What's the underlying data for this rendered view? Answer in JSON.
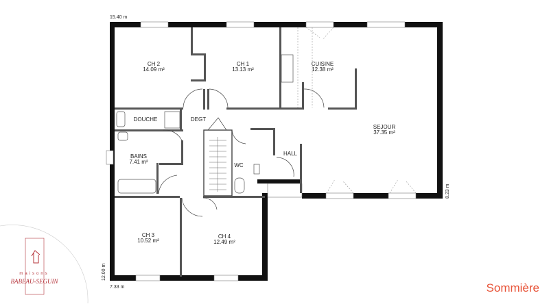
{
  "plan": {
    "dimensions": {
      "width_top": "15.40 m",
      "height_right": "8.23 m",
      "height_left": "12.00 m",
      "width_bottom": "7.33 m"
    },
    "rooms": [
      {
        "name": "CH 2",
        "area": "14.09 m²"
      },
      {
        "name": "CH 1",
        "area": "13.13 m²"
      },
      {
        "name": "CUISINE",
        "area": "12.38 m²"
      },
      {
        "name": "SEJOUR",
        "area": "37.35 m²"
      },
      {
        "name": "DOUCHE"
      },
      {
        "name": "DEGT"
      },
      {
        "name": "BAINS",
        "area": "7.41 m²"
      },
      {
        "name": "WC"
      },
      {
        "name": "HALL"
      },
      {
        "name": "CH 3",
        "area": "10.52 m²"
      },
      {
        "name": "CH 4",
        "area": "12.49 m²"
      }
    ]
  },
  "logo": {
    "line1": "maisons",
    "line2": "BABEAU-SEGUIN",
    "color": "#b5333a"
  },
  "title": "Sommière",
  "colors": {
    "title": "#e8553a",
    "wall": "#111111"
  }
}
